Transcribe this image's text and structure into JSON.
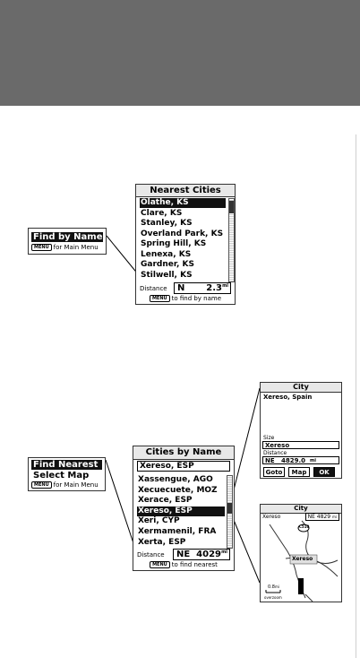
{
  "screen1": {
    "title": "Nearest Cities",
    "items": [
      "Olathe, KS",
      "Clare, KS",
      "Stanley, KS",
      "Overland Park, KS",
      "Spring Hill, KS",
      "Lenexa, KS",
      "Gardner, KS",
      "Stilwell, KS"
    ],
    "selected_index": 0,
    "distance_label": "Distance",
    "direction": "N",
    "distance": "2.3",
    "unit": "mi",
    "hint_key": "MENU",
    "hint_text": "to find by name"
  },
  "menu1": {
    "items": [
      "Find by Name"
    ],
    "hint_key": "MENU",
    "hint_text": "for Main Menu"
  },
  "menu2": {
    "items": [
      "Find Nearest",
      "Select Map"
    ],
    "hint_key": "MENU",
    "hint_text": "for Main Menu"
  },
  "screen2": {
    "title": "Cities by Name",
    "search_value": "Xereso, ESP",
    "items": [
      "Xassengue, AGO",
      "Xecuecuete, MOZ",
      "Xerace, ESP",
      "Xereso, ESP",
      "Xeri, CYP",
      "Xermamenil, FRA",
      "Xerta, ESP"
    ],
    "selected_index": 3,
    "distance_label": "Distance",
    "direction": "NE",
    "distance": "4029",
    "unit": "mi",
    "hint_key": "MENU",
    "hint_text": "to find nearest"
  },
  "city_detail": {
    "title": "City",
    "name": "Xereso, Spain",
    "size_label": "Size",
    "size_value": "Xereso",
    "distance_label": "Distance",
    "direction": "NE",
    "distance": "4829.0",
    "unit": "mi",
    "buttons": [
      "Goto",
      "Map",
      "OK"
    ],
    "selected_button": 2
  },
  "city_map": {
    "title": "City",
    "top_left": "Xereso",
    "top_right": "NE  4829",
    "unit": "mi",
    "route_label": "C510",
    "city_label": "Xereso",
    "scale": "0.8",
    "scale_unit": "mi",
    "overzoom": "overzoom"
  }
}
